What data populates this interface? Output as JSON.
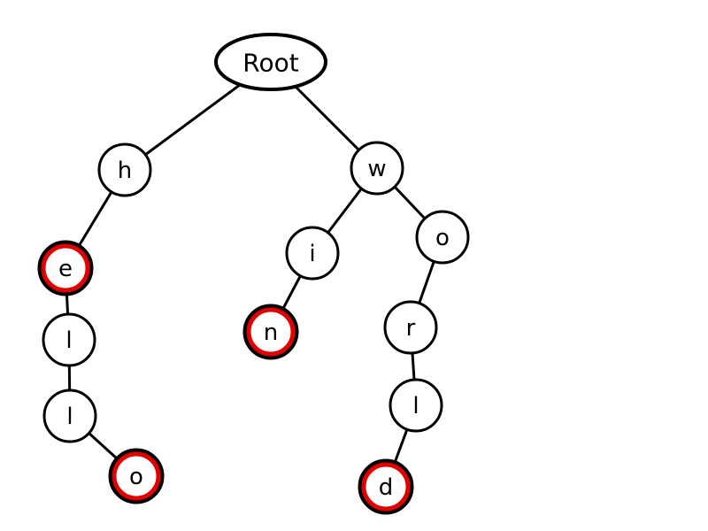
{
  "diagram": {
    "type": "trie",
    "colors": {
      "edge": "#000000",
      "node_fill": "#ffffff",
      "node_border": "#000000",
      "word_end_ring": "#e00000"
    },
    "nodes": [
      {
        "id": "root",
        "label": "Root",
        "word_end": false
      },
      {
        "id": "h",
        "label": "h",
        "word_end": false
      },
      {
        "id": "e",
        "label": "e",
        "word_end": true
      },
      {
        "id": "l1",
        "label": "l",
        "word_end": false
      },
      {
        "id": "l2",
        "label": "l",
        "word_end": false
      },
      {
        "id": "o1",
        "label": "o",
        "word_end": true
      },
      {
        "id": "w",
        "label": "w",
        "word_end": false
      },
      {
        "id": "i",
        "label": "i",
        "word_end": false
      },
      {
        "id": "n",
        "label": "n",
        "word_end": true
      },
      {
        "id": "o2",
        "label": "o",
        "word_end": false
      },
      {
        "id": "r",
        "label": "r",
        "word_end": false
      },
      {
        "id": "l3",
        "label": "l",
        "word_end": false
      },
      {
        "id": "d",
        "label": "d",
        "word_end": true
      }
    ],
    "edges": [
      [
        "root",
        "h"
      ],
      [
        "h",
        "e"
      ],
      [
        "e",
        "l1"
      ],
      [
        "l1",
        "l2"
      ],
      [
        "l2",
        "o1"
      ],
      [
        "root",
        "w"
      ],
      [
        "w",
        "i"
      ],
      [
        "i",
        "n"
      ],
      [
        "w",
        "o2"
      ],
      [
        "o2",
        "r"
      ],
      [
        "r",
        "l3"
      ],
      [
        "l3",
        "d"
      ]
    ]
  }
}
